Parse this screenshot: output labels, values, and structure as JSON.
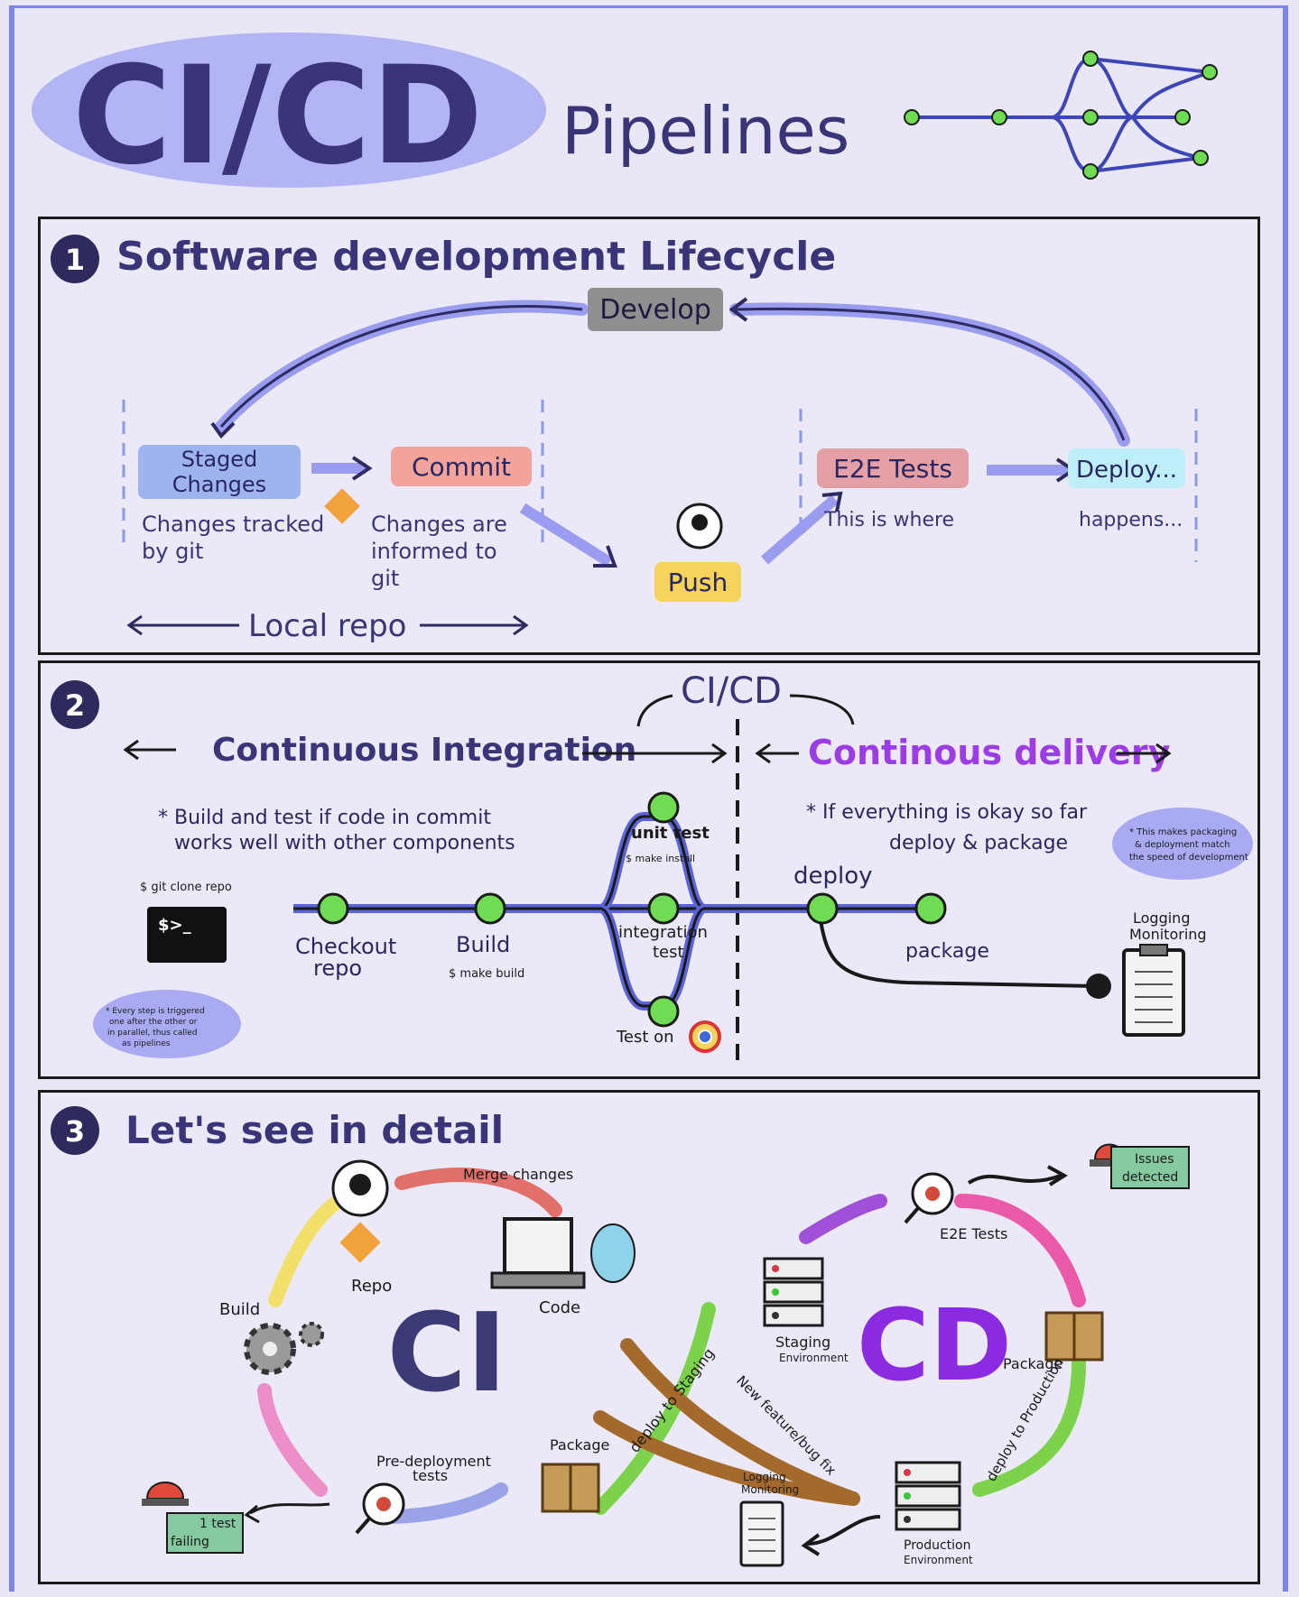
{
  "header": {
    "title": "CI/CD",
    "subtitle": "Pipelines"
  },
  "section1": {
    "number": "1",
    "title": "Software development Lifecycle",
    "develop": "Develop",
    "staged": [
      "Staged",
      "Changes"
    ],
    "commit": "Commit",
    "push": "Push",
    "e2e": "E2E Tests",
    "deploy": "Deploy...",
    "note_tracked": [
      "Changes tracked",
      "by git"
    ],
    "note_informed": [
      "Changes are",
      "informed to",
      "git"
    ],
    "note_this_is_where": "This is where",
    "note_happens": "happens...",
    "local_repo": "Local repo"
  },
  "section2": {
    "number": "2",
    "cicd": "CI/CD",
    "ci_label": "Continuous Integration",
    "cd_label": "Continous delivery",
    "ci_note": [
      "* Build and test if code in commit",
      "works well with other components"
    ],
    "cd_note": [
      "* If everything is okay so far",
      "deploy & package"
    ],
    "cd_side_note": [
      "* This makes packaging",
      "& deployment match",
      "the speed of development"
    ],
    "git_clone": "$ git clone repo",
    "terminal_prompt": "$>_",
    "checkout": [
      "Checkout",
      "repo"
    ],
    "build": "Build",
    "build_cmd": "$ make build",
    "unit_test": "unit test",
    "unit_cmd": "$ make install",
    "integration_test": [
      "integration",
      "test"
    ],
    "test_on": "Test on",
    "deploy": "deploy",
    "package": "package",
    "logging": [
      "Logging",
      "Monitoring"
    ],
    "pipeline_note": [
      "* Every step is triggered",
      "one after the other or",
      "in parallel, thus called",
      "as pipelines"
    ]
  },
  "section3": {
    "number": "3",
    "title": "Let's see in detail",
    "ci": "CI",
    "cd": "CD",
    "merge": "Merge changes",
    "repo": "Repo",
    "code": "Code",
    "build": "Build",
    "pre_deploy": [
      "Pre-deployment",
      "tests"
    ],
    "package_ci": "Package",
    "test_failing": [
      "1 test",
      "failing"
    ],
    "deploy_staging": "deploy to Staging",
    "new_feature": "New feature/bug fix",
    "staging": [
      "Staging",
      "Environment"
    ],
    "e2e": "E2E Tests",
    "issues": [
      "Issues",
      "detected"
    ],
    "package_cd": "Package",
    "deploy_production": "deploy to Production",
    "production": [
      "Production",
      "Environment"
    ],
    "logging": [
      "Logging",
      "Monitoring"
    ]
  },
  "colors": {
    "background": "#e9e7f6",
    "ink": "#3a3470",
    "accent_blue": "#8c8ff0",
    "develop_grey": "#8f8f8f",
    "staged_blue": "#9db4ef",
    "commit_pink": "#f2a39a",
    "push_yellow": "#f5d35c",
    "e2e_red": "#e5a0a6",
    "deploy_cyan": "#bdeefa",
    "check_green": "#7ed957",
    "cd_purple": "#8a2be2"
  }
}
